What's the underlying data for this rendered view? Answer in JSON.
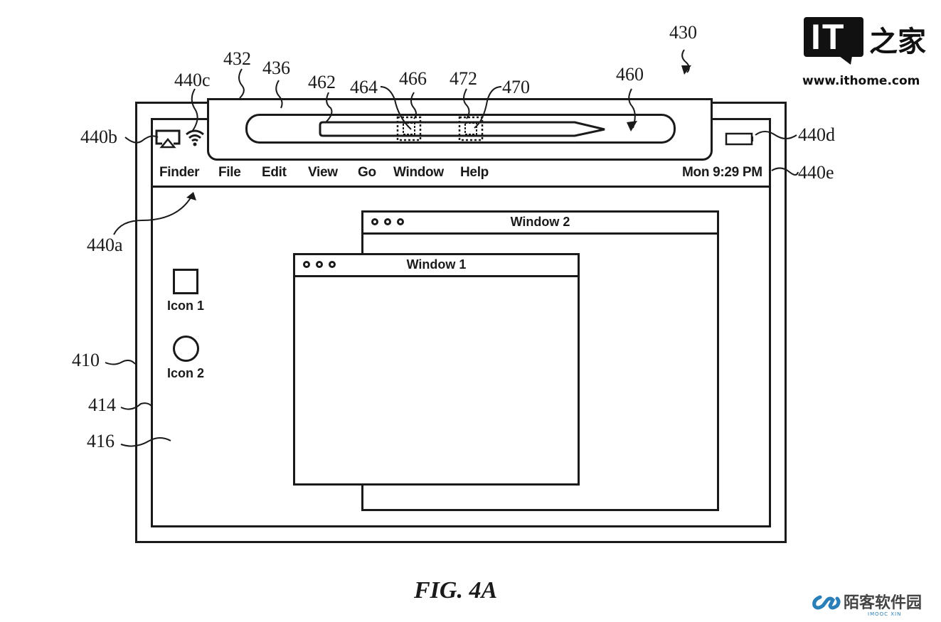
{
  "figure": {
    "caption": "FIG. 4A",
    "figure_ref": "430"
  },
  "touch_bar": {
    "ref_outer": "432",
    "ref_inner": "436",
    "stylus_region_ref": "460",
    "stylus_ref": "462",
    "marker_refs": [
      "464",
      "466",
      "472",
      "470"
    ]
  },
  "menu_bar": {
    "ref": "440a",
    "status_icons": [
      {
        "icon": "airplay-icon",
        "ref": "440b"
      },
      {
        "icon": "wifi-icon",
        "ref": "440c"
      },
      {
        "icon": "battery-icon",
        "ref": "440d"
      }
    ],
    "items": [
      "Finder",
      "File",
      "Edit",
      "View",
      "Go",
      "Window",
      "Help"
    ],
    "clock": {
      "text": "Mon 9:29 PM",
      "ref": "440e"
    }
  },
  "device": {
    "ref_outer": "410",
    "ref_display": "414",
    "ref_desktop": "416"
  },
  "desktop": {
    "icons": [
      {
        "shape": "square",
        "label": "Icon 1"
      },
      {
        "shape": "circle",
        "label": "Icon 2"
      }
    ],
    "windows": [
      {
        "title": "Window 2"
      },
      {
        "title": "Window 1"
      }
    ]
  },
  "watermarks": {
    "ithome_logo_text": "IT",
    "ithome_cjk": "之家",
    "ithome_url": "www.ithome.com",
    "mooc_name": "陌客软件园",
    "mooc_sub": "IMOOC XIN",
    "mooc_color": "#2a7fb8"
  }
}
